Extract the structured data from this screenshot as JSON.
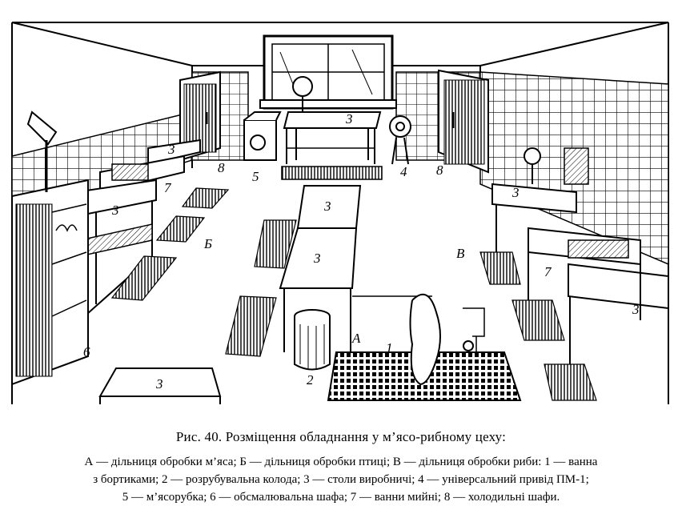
{
  "figure": {
    "markers": {
      "A": "А",
      "B": "Б",
      "V": "В",
      "n1": "1",
      "n2": "2",
      "n3": "3",
      "n4": "4",
      "n5": "5",
      "n6": "6",
      "n7": "7",
      "n8": "8"
    }
  },
  "caption": {
    "title": "Рис. 40. Розміщення обладнання у м’ясо-рибному цеху:",
    "legend_line1": "А — дільниця обробки м’яса; Б — дільниця обробки птиці; В — дільниця обробки риби: 1 — ванна",
    "legend_line2": "з бортиками; 2 — розрубувальна колода; 3 — столи виробничі; 4 — універсальний привід ПМ-1;",
    "legend_line3": "5 — м’ясорубка; 6 — обсмалювальна шафа; 7 — ванни мийні; 8 — холодильні шафи."
  }
}
